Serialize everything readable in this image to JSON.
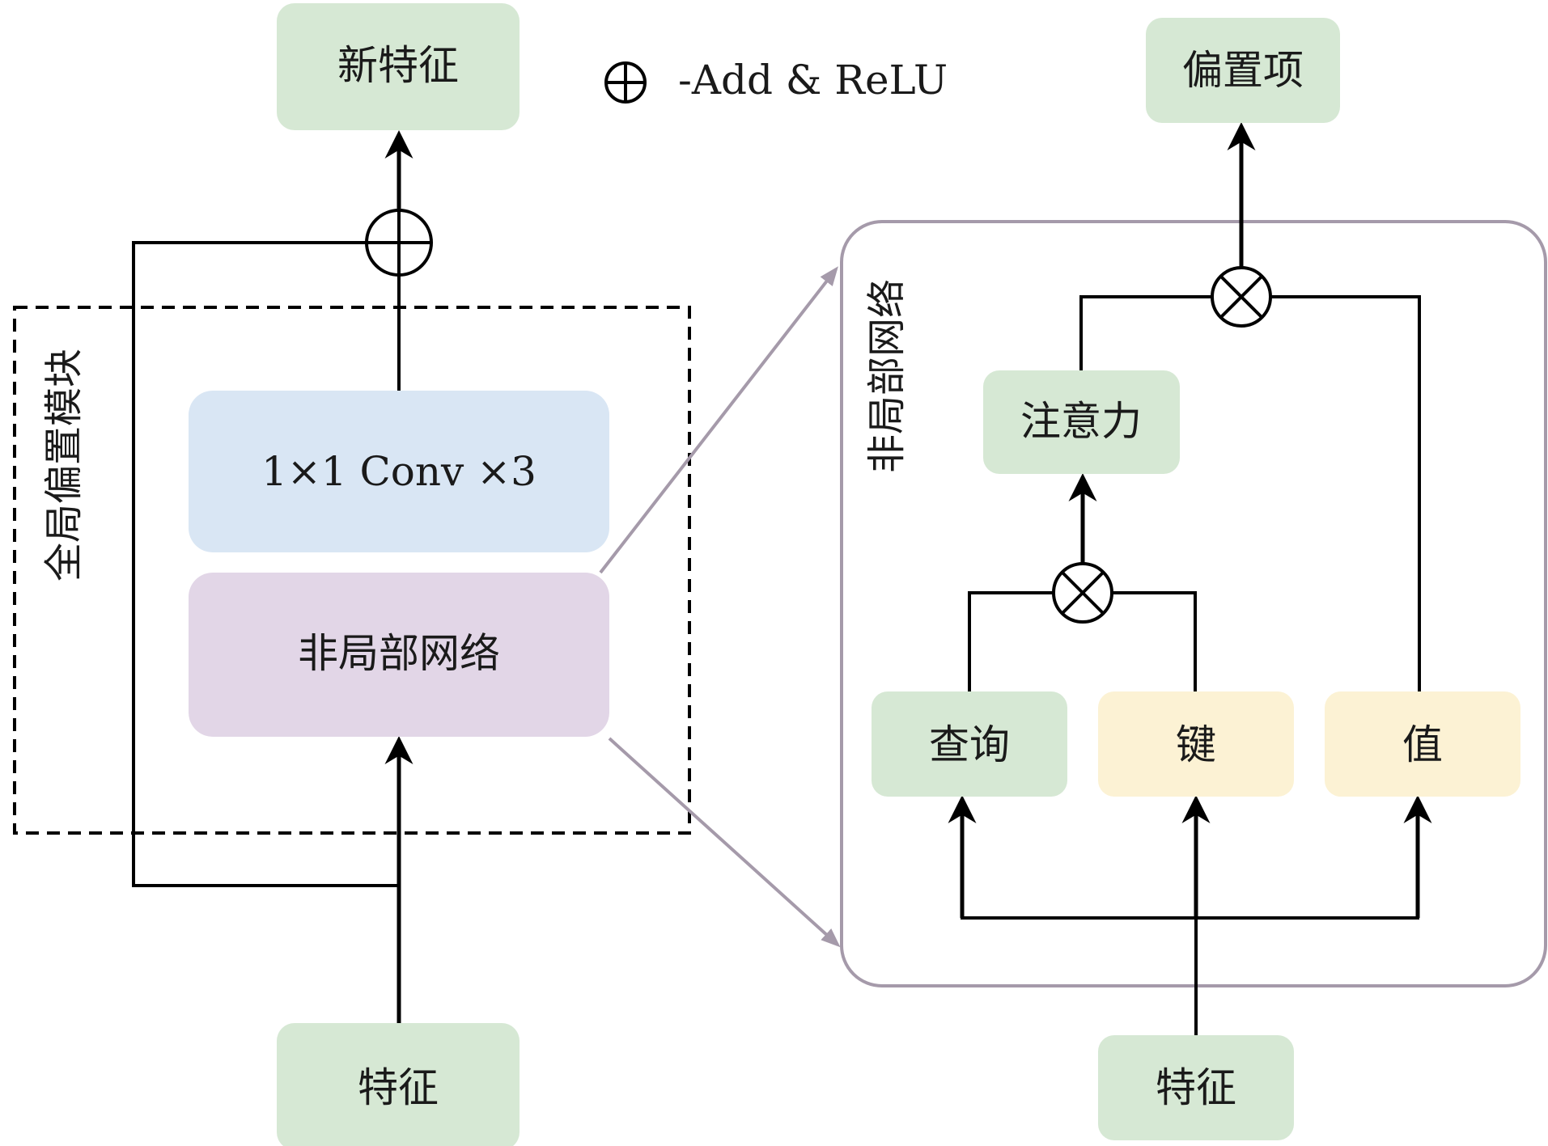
{
  "legend": {
    "symbol": "⊕",
    "text": "-Add & ReLU"
  },
  "left": {
    "output_label": "新特征",
    "conv_label": "1×1 Conv ×3",
    "nonlocal_label": "非局部网络",
    "input_label": "特征",
    "module_label": "全局偏置模块"
  },
  "right": {
    "panel_label": "非局部网络",
    "output_label": "偏置项",
    "attention_label": "注意力",
    "query_label": "查询",
    "key_label": "键",
    "value_label": "值",
    "input_label": "特征"
  },
  "colors": {
    "green_box": "#d6e8d4",
    "blue_box": "#d9e6f4",
    "purple_box": "#e2d6e7",
    "yellow_box": "#fcf2d4",
    "line": "#000000",
    "connector": "#a59aaa",
    "panel_border": "#a59aaa"
  }
}
